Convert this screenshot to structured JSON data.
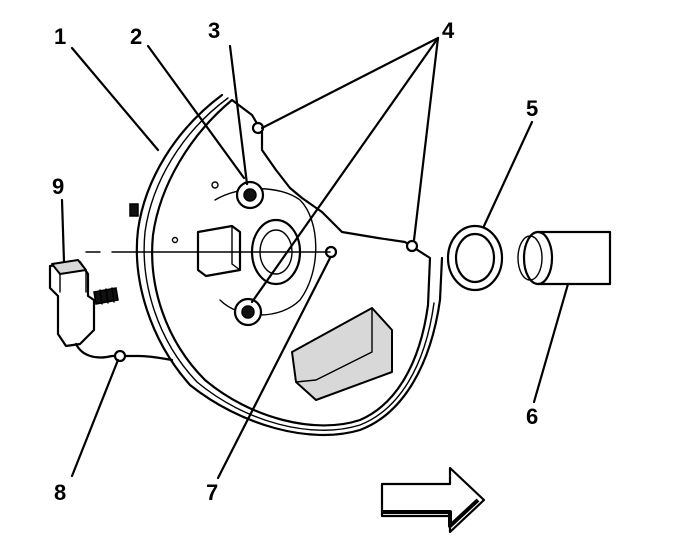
{
  "callouts": {
    "c1": "1",
    "c2": "2",
    "c3": "3",
    "c4": "4",
    "c5": "5",
    "c6": "6",
    "c7": "7",
    "c8": "8",
    "c9": "9"
  },
  "colors": {
    "ink": "#000000",
    "paper": "#ffffff",
    "shade": "#d8d8d8"
  },
  "icons": {
    "direction": "right-arrow-icon"
  }
}
